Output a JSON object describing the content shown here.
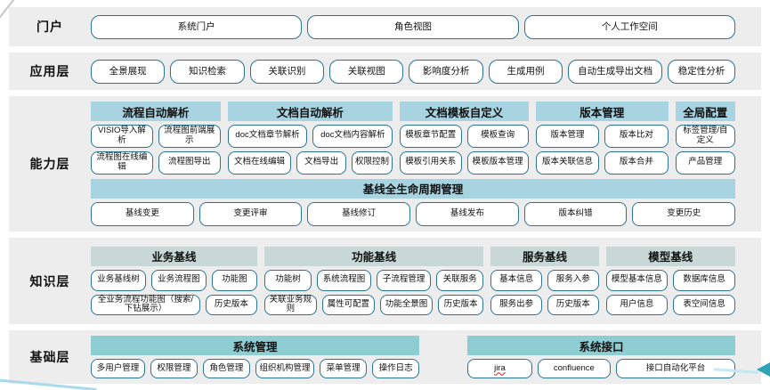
{
  "colors": {
    "band_background": "#ededed",
    "header_blue": "#a8d3e0",
    "header_gray_green": "#c7d8d6",
    "header_teal": "#8ecdd2",
    "box_border": "#2b7390",
    "spellcheck_underline": "#e01b1b",
    "arrow_teal": "#2fa3b5",
    "arrow_trail_blue": "#c5e6f3",
    "corner_line_blue": "#a9d9ee",
    "corner_line_gray": "#c6c6c6"
  },
  "layers": [
    {
      "id": "portal",
      "label": "门户",
      "section_rows": [
        [
          {
            "flex": 1,
            "rows": [
              [
                {
                  "l": "系统门户"
                },
                {
                  "l": "角色视图"
                },
                {
                  "l": "个人工作空间"
                }
              ]
            ]
          }
        ]
      ]
    },
    {
      "id": "app",
      "label": "应用层",
      "section_rows": [
        [
          {
            "flex": 1,
            "rows": [
              [
                {
                  "l": "全景展现"
                },
                {
                  "l": "知识检索"
                },
                {
                  "l": "关联识别"
                },
                {
                  "l": "关联视图"
                },
                {
                  "l": "影响度分析"
                },
                {
                  "l": "生成用例"
                },
                {
                  "l": "自动生成导出文档",
                  "f": 1.3
                },
                {
                  "l": "稳定性分析",
                  "f": 0.9
                }
              ]
            ]
          }
        ]
      ]
    },
    {
      "id": "capability",
      "label": "能力层",
      "section_rows": [
        [
          {
            "header": "流程自动解析",
            "hs": "blue",
            "flex": 1.47,
            "rows": [
              [
                {
                  "l": "VISIO导入解析"
                },
                {
                  "l": "流程图前端展示"
                }
              ],
              [
                {
                  "l": "流程图在线编辑"
                },
                {
                  "l": "流程图导出"
                }
              ]
            ]
          },
          {
            "header": "文档自动解析",
            "hs": "blue",
            "flex": 1.87,
            "rows": [
              [
                {
                  "l": "doc文档章节解析"
                },
                {
                  "l": "doc文档内容解析"
                }
              ],
              [
                {
                  "l": "文档在线编辑"
                },
                {
                  "l": "文档导出",
                  "f": 0.75
                },
                {
                  "l": "权限控制",
                  "f": 0.6
                }
              ]
            ]
          },
          {
            "header": "文档模板自定义",
            "hs": "blue",
            "flex": 1.46,
            "rows": [
              [
                {
                  "l": "模板章节配置"
                },
                {
                  "l": "模板查询"
                }
              ],
              [
                {
                  "l": "模板引用关系"
                },
                {
                  "l": "模板版本管理"
                }
              ]
            ]
          },
          {
            "header": "版本管理",
            "hs": "blue",
            "flex": 1.5,
            "rows": [
              [
                {
                  "l": "版本管理"
                },
                {
                  "l": "版本比对"
                }
              ],
              [
                {
                  "l": "版本关联信息"
                },
                {
                  "l": "版本合并"
                }
              ]
            ]
          },
          {
            "header": "全局配置",
            "hs": "blue",
            "flex": 0.68,
            "rows": [
              [
                {
                  "l": "标签管理/自定义"
                }
              ],
              [
                {
                  "l": "产品管理"
                }
              ]
            ]
          }
        ],
        [
          {
            "header": "基线全生命周期管理",
            "hs": "blue",
            "flex": 1,
            "rows": [
              [
                {
                  "l": "基线变更"
                },
                {
                  "l": "变更评审"
                },
                {
                  "l": "基线修订"
                },
                {
                  "l": "基线发布"
                },
                {
                  "l": "版本纠错"
                },
                {
                  "l": "变更历史"
                }
              ]
            ]
          }
        ]
      ]
    },
    {
      "id": "knowledge",
      "label": "知识层",
      "section_rows": [
        [
          {
            "header": "业务基线",
            "hs": "gray",
            "flex": 1.85,
            "rows": [
              [
                {
                  "l": "业务基线树"
                },
                {
                  "l": "业务流程图"
                },
                {
                  "l": "功能图",
                  "f": 0.8
                }
              ],
              [
                {
                  "l": "全业务流程功能图（搜索/下钻展示）",
                  "f": 2.3
                },
                {
                  "l": "历史版本"
                }
              ]
            ]
          },
          {
            "header": "功能基线",
            "hs": "gray",
            "flex": 2.44,
            "rows": [
              [
                {
                  "l": "功能树",
                  "f": 0.85
                },
                {
                  "l": "系统流程图"
                },
                {
                  "l": "子流程管理"
                },
                {
                  "l": "关联服务",
                  "f": 0.85
                }
              ],
              [
                {
                  "l": "关联业务规则"
                },
                {
                  "l": "属性可配置"
                },
                {
                  "l": "功能全景图"
                },
                {
                  "l": "历史版本",
                  "f": 0.85
                }
              ]
            ]
          },
          {
            "header": "服务基线",
            "hs": "gray",
            "flex": 1.2,
            "rows": [
              [
                {
                  "l": "基本信息"
                },
                {
                  "l": "服务入参"
                }
              ],
              [
                {
                  "l": "服务出参"
                },
                {
                  "l": "历史版本"
                }
              ]
            ]
          },
          {
            "header": "模型基线",
            "hs": "gray",
            "flex": 1.44,
            "rows": [
              [
                {
                  "l": "模型基本信息"
                },
                {
                  "l": "数据库信息"
                }
              ],
              [
                {
                  "l": "用户信息"
                },
                {
                  "l": "表空间信息"
                }
              ]
            ]
          }
        ]
      ]
    },
    {
      "id": "foundation",
      "label": "基础层",
      "section_rows": [
        [
          {
            "header": "系统管理",
            "hs": "teal",
            "flex": 3.68,
            "rows": [
              [
                {
                  "l": "多用户管理"
                },
                {
                  "l": "权限管理",
                  "f": 0.85
                },
                {
                  "l": "角色管理",
                  "f": 0.85
                },
                {
                  "l": "组织机构管理",
                  "f": 1.1
                },
                {
                  "l": "菜单管理",
                  "f": 0.85
                },
                {
                  "l": "操作日志",
                  "f": 0.85
                }
              ]
            ]
          },
          {
            "header": "系统接口",
            "hs": "teal",
            "flex": 3.0,
            "ml": 46,
            "rows": [
              [
                {
                  "l": "jira",
                  "spell": true
                },
                {
                  "l": "confluence",
                  "f": 1.15
                },
                {
                  "l": "接口自动化平台",
                  "f": 1.95
                }
              ]
            ]
          }
        ]
      ]
    }
  ]
}
